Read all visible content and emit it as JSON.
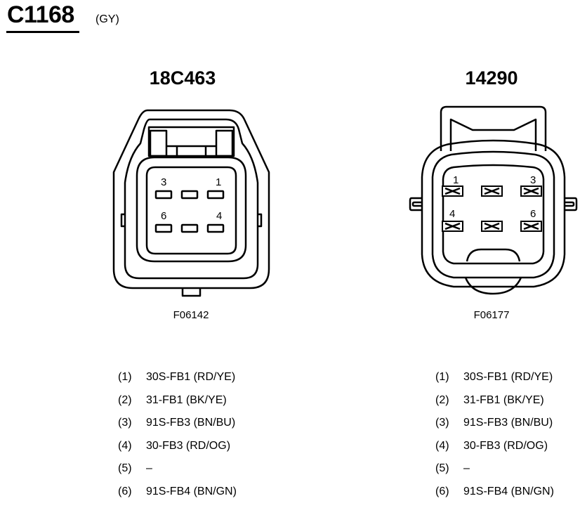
{
  "header": {
    "connector_id": "C1168",
    "color_code": "(GY)"
  },
  "connectors": [
    {
      "part_number": "18C463",
      "figure_code": "F06142",
      "cavity_labels": {
        "top_left": "3",
        "top_right": "1",
        "bottom_left": "6",
        "bottom_right": "4"
      },
      "pins": [
        {
          "num": "(1)",
          "label": "30S-FB1 (RD/YE)"
        },
        {
          "num": "(2)",
          "label": "31-FB1 (BK/YE)"
        },
        {
          "num": "(3)",
          "label": "91S-FB3 (BN/BU)"
        },
        {
          "num": "(4)",
          "label": "30-FB3 (RD/OG)"
        },
        {
          "num": "(5)",
          "label": "–"
        },
        {
          "num": "(6)",
          "label": "91S-FB4 (BN/GN)"
        }
      ]
    },
    {
      "part_number": "14290",
      "figure_code": "F06177",
      "cavity_labels": {
        "top_left": "1",
        "top_right": "3",
        "bottom_left": "4",
        "bottom_right": "6"
      },
      "pins": [
        {
          "num": "(1)",
          "label": "30S-FB1 (RD/YE)"
        },
        {
          "num": "(2)",
          "label": "31-FB1 (BK/YE)"
        },
        {
          "num": "(3)",
          "label": "91S-FB3 (BN/BU)"
        },
        {
          "num": "(4)",
          "label": "30-FB3 (RD/OG)"
        },
        {
          "num": "(5)",
          "label": "–"
        },
        {
          "num": "(6)",
          "label": "91S-FB4 (BN/GN)"
        }
      ]
    }
  ]
}
